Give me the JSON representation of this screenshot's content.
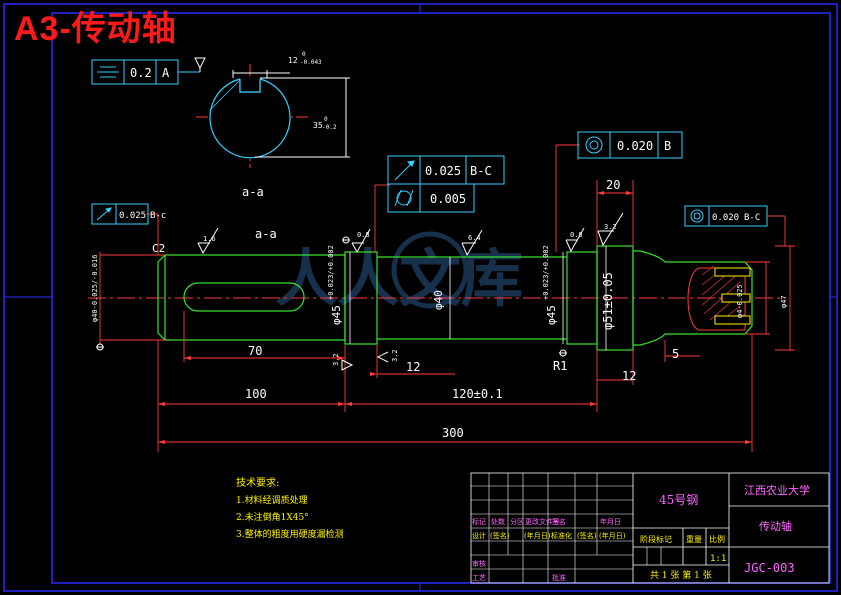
{
  "banner": "A3-传动轴",
  "top_label": "         ",
  "section_label": "a-a",
  "section_marker": "a-a",
  "keyway_tol": "12",
  "keyway_tol_sup": "0",
  "keyway_tol_sub": "-0.043",
  "section_depth": "35",
  "section_depth_sup": "0",
  "section_depth_sub": "-0.2",
  "fcf_sym": {
    "value": "0.2",
    "datum": "A"
  },
  "fcf_left": {
    "value": "0.025",
    "datum": "B-c"
  },
  "fcf_runout": {
    "value": "0.025",
    "datum": "B-C"
  },
  "fcf_cyl": {
    "value": "0.005"
  },
  "fcf_conc": {
    "value": "0.020",
    "datum": "B"
  },
  "fcf_right": {
    "value": "0.020",
    "datum": "B-C"
  },
  "rough": {
    "r16": "1.6",
    "r08a": "0.8",
    "r64": "6.4",
    "r08b": "0.8",
    "r32a": "3.2",
    "r32b": "3.2",
    "r32c": "3.2"
  },
  "chamfer": "C2",
  "radius": "R1",
  "dims": {
    "d70": "70",
    "d100": "100",
    "d12a": "12",
    "d120": "120±0.1",
    "d300": "300",
    "d20": "20",
    "d12b": "12",
    "d5": "5"
  },
  "diam": {
    "left": "φ40-0.025/-0.016",
    "d45a": "φ45",
    "d45a_tol": "+0.023/+0.002",
    "d40": "φ40",
    "d45b": "φ45",
    "d45b_tol": "+0.023/+0.002",
    "d51": "φ51±0.05",
    "right": "φ47",
    "thread": "φ4-0.025"
  },
  "tech": {
    "heading": "技术要求:",
    "items": [
      "1.材料经调质处理",
      "2.未注倒角1X45°",
      "3.整体的粗度用硬度漏检测"
    ]
  },
  "title_block": {
    "material": "45号钢",
    "school": "江西农业大学",
    "part": "传动轴",
    "drawing_no": "JGC-003",
    "scale": "1:1",
    "sheet": "共 1 张 第 1 张",
    "row_labels": [
      "标记",
      "处数",
      "分区",
      "更改文件号",
      "签名",
      "年月日"
    ],
    "design_row": [
      "设计",
      "(签名)",
      "(年月日)",
      "标准化",
      "(签名)",
      "(年月日)"
    ],
    "stage": "阶段标记",
    "weight": "重量",
    "ratio": "比例",
    "check": "审核",
    "craft": "工艺",
    "approve": "批准"
  },
  "watermark": "人人文库"
}
